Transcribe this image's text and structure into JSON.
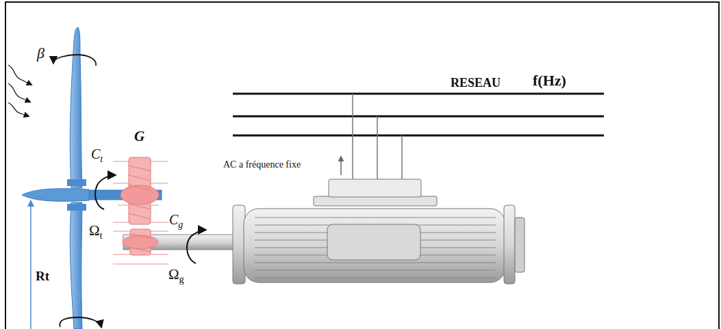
{
  "diagram": {
    "labels": [
      "β",
      "G",
      "Ct",
      "Ωt",
      "Cg",
      "Ωg",
      "Rt",
      "RESEAU",
      "f(Hz)",
      "AC a fréquence fixe"
    ]
  }
}
